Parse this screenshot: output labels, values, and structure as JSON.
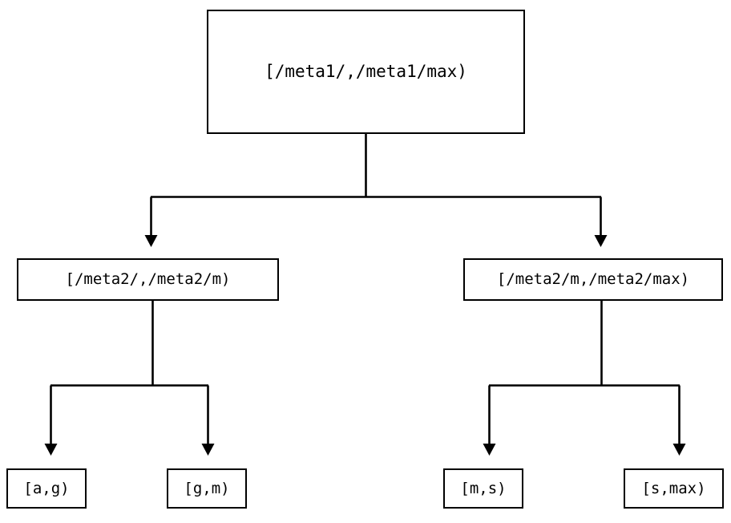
{
  "diagram": {
    "type": "tree",
    "title": "",
    "background_color": "#ffffff",
    "line_color": "#000000",
    "text_color": "#000000",
    "levels": 3,
    "nodes": {
      "root": {
        "label": "[/meta1/,/meta1/max)"
      },
      "mid_left": {
        "label": "[/meta2/,/meta2/m)"
      },
      "mid_right": {
        "label": "[/meta2/m,/meta2/max)"
      },
      "leaf_1": {
        "label": "[a,g)"
      },
      "leaf_2": {
        "label": "[g,m)"
      },
      "leaf_3": {
        "label": "[m,s)"
      },
      "leaf_4": {
        "label": "[s,max)"
      }
    },
    "edges": [
      {
        "from": "root",
        "to": "mid_left",
        "arrow": "down-triangle"
      },
      {
        "from": "root",
        "to": "mid_right",
        "arrow": "down-triangle"
      },
      {
        "from": "mid_left",
        "to": "leaf_1",
        "arrow": "down-triangle"
      },
      {
        "from": "mid_left",
        "to": "leaf_2",
        "arrow": "down-triangle"
      },
      {
        "from": "mid_right",
        "to": "leaf_3",
        "arrow": "down-triangle"
      },
      {
        "from": "mid_right",
        "to": "leaf_4",
        "arrow": "down-triangle"
      }
    ]
  }
}
